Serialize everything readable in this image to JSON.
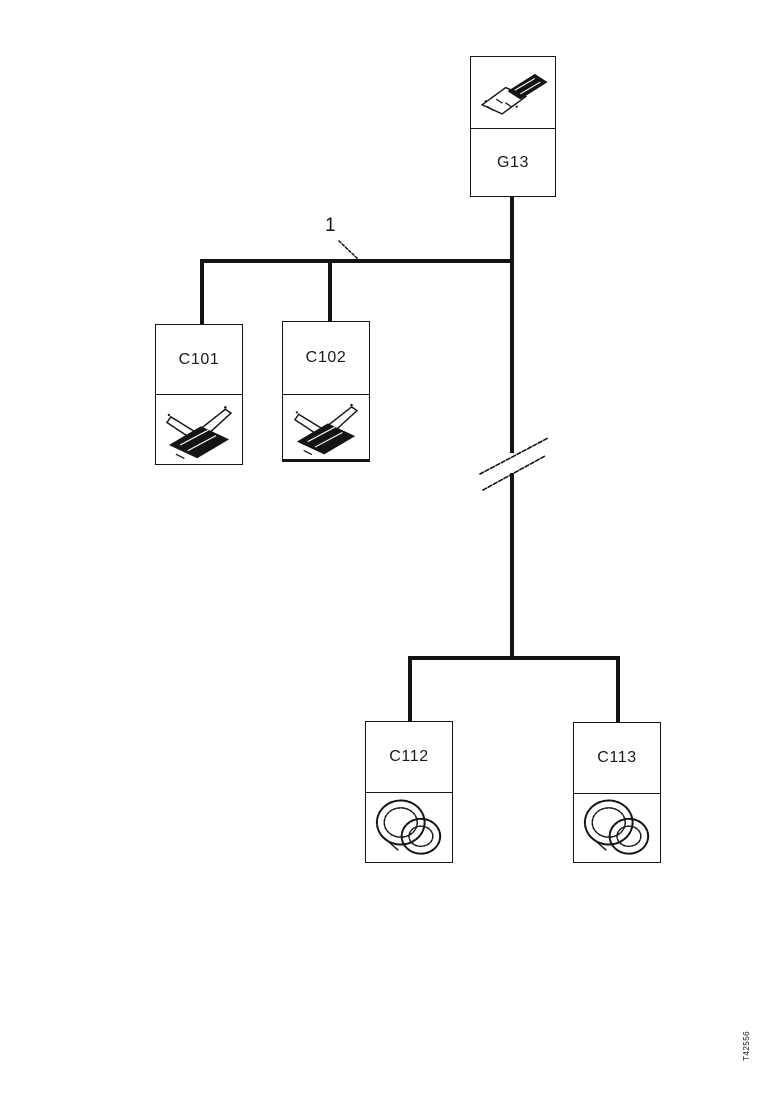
{
  "page": {
    "background": "#ffffff",
    "ink_color": "#141414",
    "type": "connector-location-wiring-diagram"
  },
  "diagram": {
    "callout": {
      "label": "1"
    },
    "nodes": [
      {
        "id": "g13",
        "label": "G13",
        "image": "harness-connector-sketch",
        "image_position": "top"
      },
      {
        "id": "c101",
        "label": "C101",
        "image": "harness-connector-sketch",
        "image_position": "bottom"
      },
      {
        "id": "c102",
        "label": "C102",
        "image": "harness-connector-sketch",
        "image_position": "bottom"
      },
      {
        "id": "c112",
        "label": "C112",
        "image": "round-connector-sketch",
        "image_position": "bottom"
      },
      {
        "id": "c113",
        "label": "C113",
        "image": "round-connector-sketch",
        "image_position": "bottom"
      }
    ]
  },
  "footer": {
    "drawing_number": "T42556"
  }
}
